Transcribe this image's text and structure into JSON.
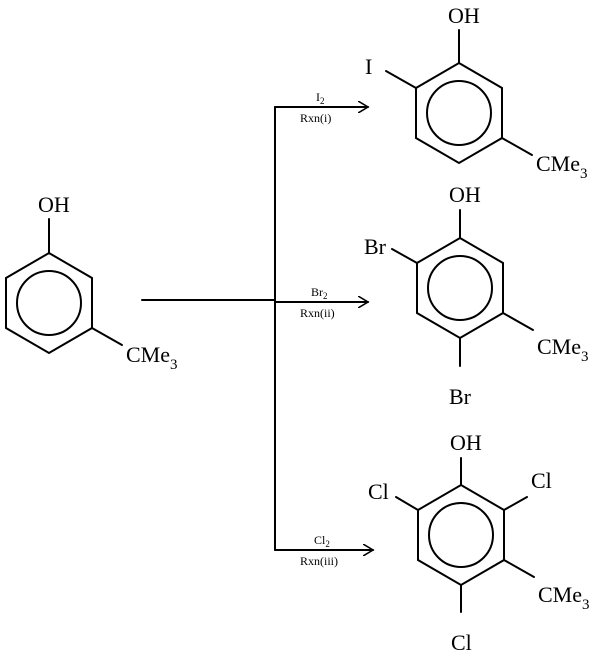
{
  "reactant": {
    "oh": "OH",
    "sub_main": "CMe",
    "sub_index": "3"
  },
  "reactions": [
    {
      "reagent_main": "I",
      "reagent_index": "2",
      "rxn_label": "Rxn(i)",
      "product": {
        "oh": "OH",
        "halogen_ortho": "I",
        "sub_main": "CMe",
        "sub_index": "3"
      }
    },
    {
      "reagent_main": "Br",
      "reagent_index": "2",
      "rxn_label": "Rxn(ii)",
      "product": {
        "oh": "OH",
        "halogen_ortho": "Br",
        "halogen_para": "Br",
        "sub_main": "CMe",
        "sub_index": "3"
      }
    },
    {
      "reagent_main": "Cl",
      "reagent_index": "2",
      "rxn_label": "Rxn(iii)",
      "product": {
        "oh": "OH",
        "halogen_ortho_left": "Cl",
        "halogen_ortho_right": "Cl",
        "halogen_para": "Cl",
        "sub_main": "CMe",
        "sub_index": "3"
      }
    }
  ]
}
